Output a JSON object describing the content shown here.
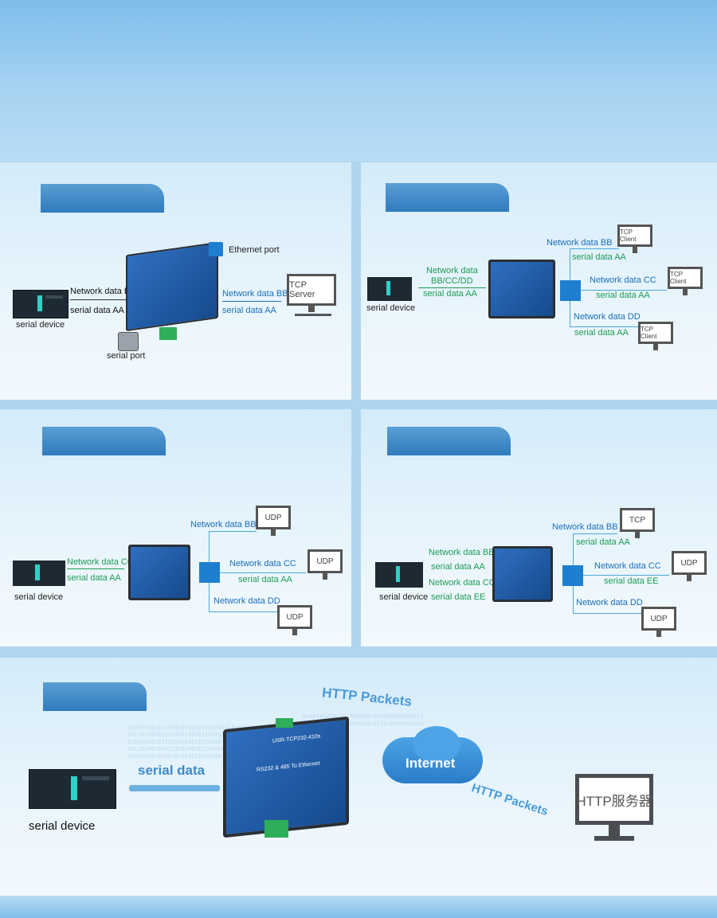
{
  "panel1": {
    "ethernet_port": "Ethernet port",
    "network_bb": "Network data BB",
    "serial_aa": "serial data AA",
    "serial_device": "serial device",
    "serial_port": "serial port",
    "network_bb_right": "Network data BB",
    "serial_aa_right": "serial data AA",
    "tcp_server": "TCP Server"
  },
  "panel2": {
    "serial_device": "serial device",
    "network_multi_line1": "Network data",
    "network_multi_line2": "BB/CC/DD",
    "serial_aa": "serial data AA",
    "client1_net": "Network data BB",
    "client1_ser": "serial data AA",
    "client2_net": "Network data CC",
    "client2_ser": "serial data AA",
    "client3_net": "Network data DD",
    "client3_ser": "serial data AA",
    "tcp_client": "TCP Client"
  },
  "panel3": {
    "serial_device": "serial device",
    "network_cc": "Network data CC",
    "serial_aa": "serial data AA",
    "udp1_net": "Network data BB",
    "udp2_net": "Network data CC",
    "udp2_ser": "serial data AA",
    "udp3_net": "Network data DD",
    "udp": "UDP"
  },
  "panel4": {
    "serial_device": "serial device",
    "left_net_bb": "Network data BB",
    "left_ser_aa": "serial data AA",
    "left_net_cc": "Network data CC",
    "left_ser_ee": "serial data EE",
    "tcp": "TCP",
    "tcp_net": "Network data BB",
    "tcp_ser": "serial data AA",
    "udp": "UDP",
    "udp1_net": "Network data CC",
    "udp1_ser": "serial data EE",
    "udp2_net": "Network data DD"
  },
  "panel5": {
    "serial_data": "serial data",
    "serial_device": "serial device",
    "http_packets_top": "HTTP Packets",
    "internet": "Internet",
    "http_packets_bottom": "HTTP Packets",
    "http_server": "HTTP服务器",
    "device_label": "USR-TCP232-410s",
    "device_sub": "RS232 & 485 To Ethernet"
  },
  "colors": {
    "accent_blue": "#1d6fb8",
    "accent_green": "#1f9b55",
    "tab_blue": "#2f7bbd"
  }
}
